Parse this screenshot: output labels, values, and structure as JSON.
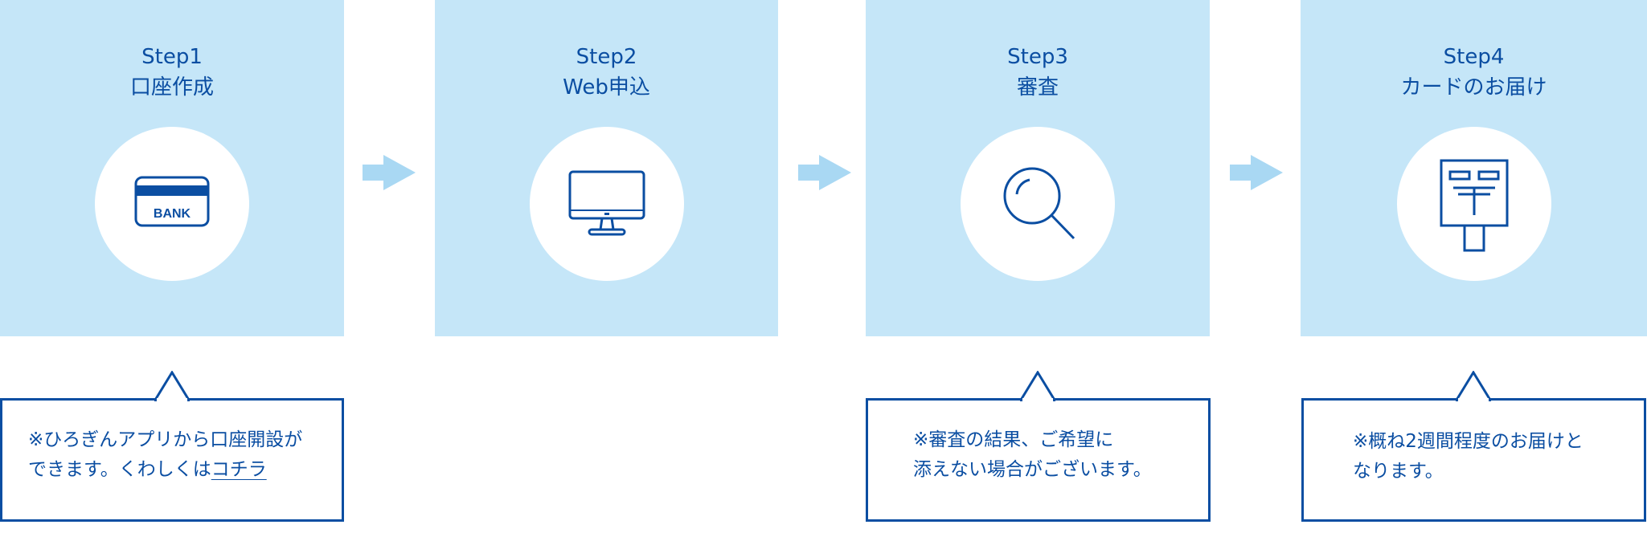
{
  "colors": {
    "panel_bg": "#c5e6f8",
    "accent": "#0b4ea2",
    "arrow": "#a9d8f3"
  },
  "steps": [
    {
      "step": "Step1",
      "label": "口座作成",
      "icon": "bank-card-icon",
      "icon_text": "BANK"
    },
    {
      "step": "Step2",
      "label": "Web申込",
      "icon": "desktop-monitor-icon"
    },
    {
      "step": "Step3",
      "label": "審査",
      "icon": "magnifier-icon"
    },
    {
      "step": "Step4",
      "label": "カードのお届け",
      "icon": "postbox-icon"
    }
  ],
  "arrows": [
    "arrow-right-icon",
    "arrow-right-icon",
    "arrow-right-icon"
  ],
  "notes": {
    "step1": {
      "line1": "※ひろぎんアプリから口座開設が",
      "line2_prefix": "できます。くわしくは",
      "link": "コチラ"
    },
    "step3": {
      "line1": "※審査の結果、ご希望に",
      "line2": "添えない場合がございます。"
    },
    "step4": {
      "line1": "※概ね2週間程度のお届けと",
      "line2": "なります。"
    }
  }
}
